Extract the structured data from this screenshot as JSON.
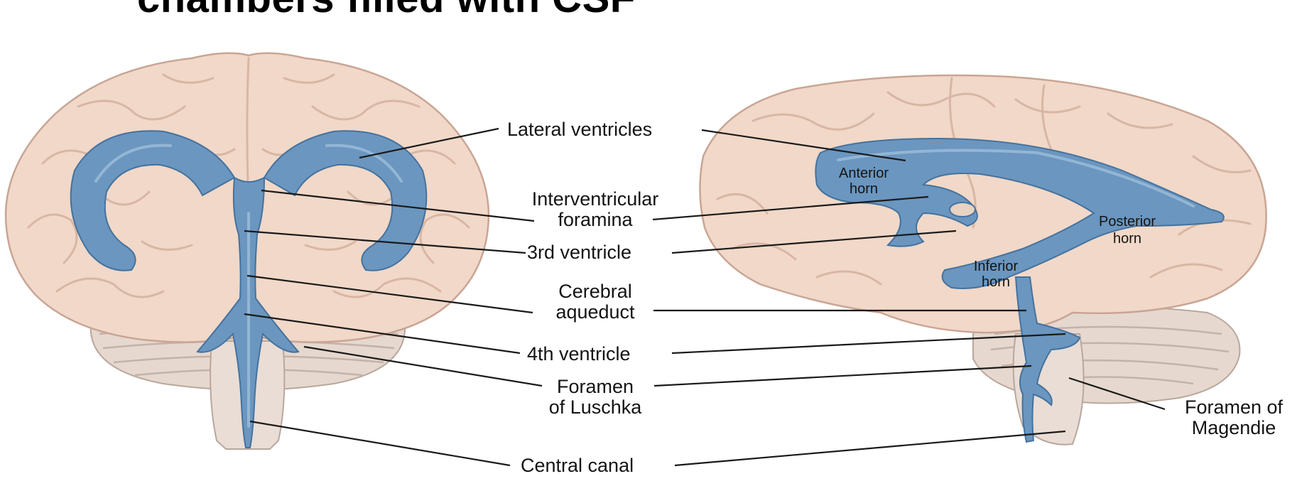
{
  "title": "chambers filled with CSF",
  "labels": {
    "lateral_ventricles": "Lateral ventricles",
    "interventricular_line1": "Interventricular",
    "interventricular_line2": "foramina",
    "third_ventricle": "3rd ventricle",
    "cerebral_aqueduct_line1": "Cerebral",
    "cerebral_aqueduct_line2": "aqueduct",
    "fourth_ventricle": "4th ventricle",
    "luschka_line1": "Foramen",
    "luschka_line2": "of Luschka",
    "central_canal": "Central canal",
    "magendie_line1": "Foramen of",
    "magendie_line2": "Magendie"
  },
  "horn_labels": {
    "anterior_line1": "Anterior",
    "anterior_line2": "horn",
    "posterior_line1": "Posterior",
    "posterior_line2": "horn",
    "inferior_line1": "Inferior",
    "inferior_line2": "horn"
  },
  "colors": {
    "ventricle": "#6b96bf",
    "brain": "#f1d8c8",
    "text": "#141414"
  }
}
